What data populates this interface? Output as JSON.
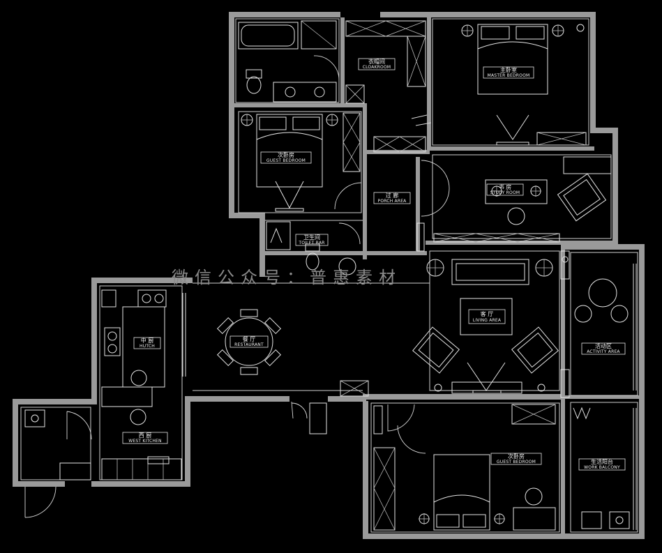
{
  "watermark": "微信公众号：普惠素材",
  "rooms": [
    {
      "id": "cloakroom",
      "zh": "衣帽间",
      "en": "CLOAKROOM"
    },
    {
      "id": "master",
      "zh": "主卧室",
      "en": "MASTER BEDROOM"
    },
    {
      "id": "guest_top",
      "zh": "次卧房",
      "en": "GUEST BEDROOM"
    },
    {
      "id": "porch",
      "zh": "过 廊",
      "en": "PORCH AREA"
    },
    {
      "id": "study",
      "zh": "书 房",
      "en": "STUDY ROOM"
    },
    {
      "id": "toilet",
      "zh": "卫生间",
      "en": "TOILET BAR"
    },
    {
      "id": "living",
      "zh": "客 厅",
      "en": "LIVING AREA"
    },
    {
      "id": "restaurant",
      "zh": "餐 厅",
      "en": "RESTAURANT"
    },
    {
      "id": "hutch",
      "zh": "中 厨",
      "en": "HUTCH"
    },
    {
      "id": "west_kitchen",
      "zh": "西 厨",
      "en": "WEST  KITCHEN"
    },
    {
      "id": "activity",
      "zh": "活动区",
      "en": "ACTIVITY AREA"
    },
    {
      "id": "guest_bottom",
      "zh": "次卧房",
      "en": "GUEST BEDROOM"
    },
    {
      "id": "balcony",
      "zh": "生活阳台",
      "en": "WORK BALCONY"
    }
  ]
}
